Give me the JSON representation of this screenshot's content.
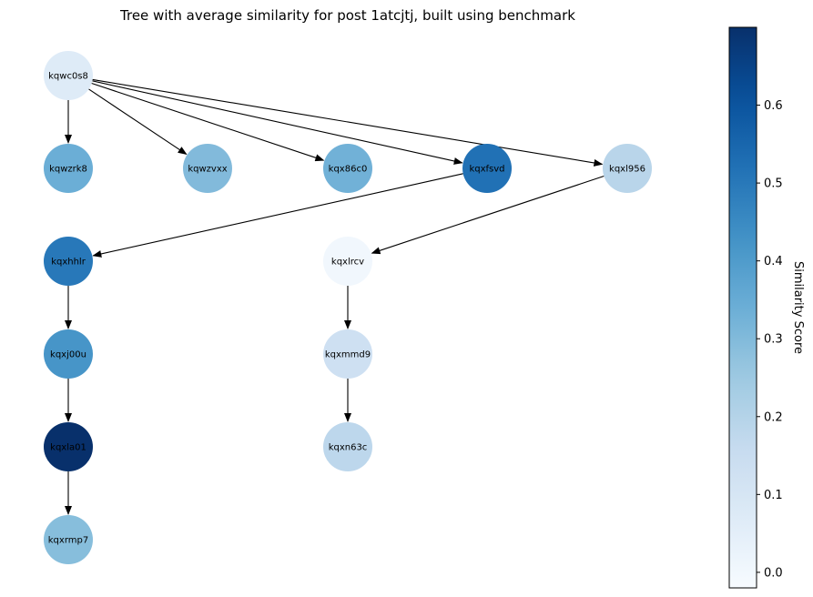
{
  "title": "Tree with average similarity for post 1atcjtj, built using benchmark",
  "colorbar": {
    "label": "Similarity Score",
    "min": -0.02,
    "max": 0.7,
    "ticks": [
      "0.0",
      "0.1",
      "0.2",
      "0.3",
      "0.4",
      "0.5",
      "0.6"
    ],
    "tick_values": [
      0.0,
      0.1,
      0.2,
      0.3,
      0.4,
      0.5,
      0.6
    ],
    "colormap": "Blues"
  },
  "nodes": [
    {
      "id": "kqwc0s8",
      "score": 0.07
    },
    {
      "id": "kqwzrk8",
      "score": 0.34
    },
    {
      "id": "kqwzvxx",
      "score": 0.3
    },
    {
      "id": "kqx86c0",
      "score": 0.33
    },
    {
      "id": "kqxfsvd",
      "score": 0.52
    },
    {
      "id": "kqxl956",
      "score": 0.19
    },
    {
      "id": "kqxhhlr",
      "score": 0.5
    },
    {
      "id": "kqxlrcv",
      "score": 0.0
    },
    {
      "id": "kqxj00u",
      "score": 0.42
    },
    {
      "id": "kqxmmd9",
      "score": 0.13
    },
    {
      "id": "kqxla01",
      "score": 0.7
    },
    {
      "id": "kqxn63c",
      "score": 0.18
    },
    {
      "id": "kqxrmp7",
      "score": 0.29
    }
  ],
  "edges": [
    [
      "kqwc0s8",
      "kqwzrk8"
    ],
    [
      "kqwc0s8",
      "kqwzvxx"
    ],
    [
      "kqwc0s8",
      "kqx86c0"
    ],
    [
      "kqwc0s8",
      "kqxfsvd"
    ],
    [
      "kqwc0s8",
      "kqxl956"
    ],
    [
      "kqxfsvd",
      "kqxhhlr"
    ],
    [
      "kqxl956",
      "kqxlrcv"
    ],
    [
      "kqxhhlr",
      "kqxj00u"
    ],
    [
      "kqxlrcv",
      "kqxmmd9"
    ],
    [
      "kqxj00u",
      "kqxla01"
    ],
    [
      "kqxmmd9",
      "kqxn63c"
    ],
    [
      "kqxla01",
      "kqxrmp7"
    ]
  ]
}
